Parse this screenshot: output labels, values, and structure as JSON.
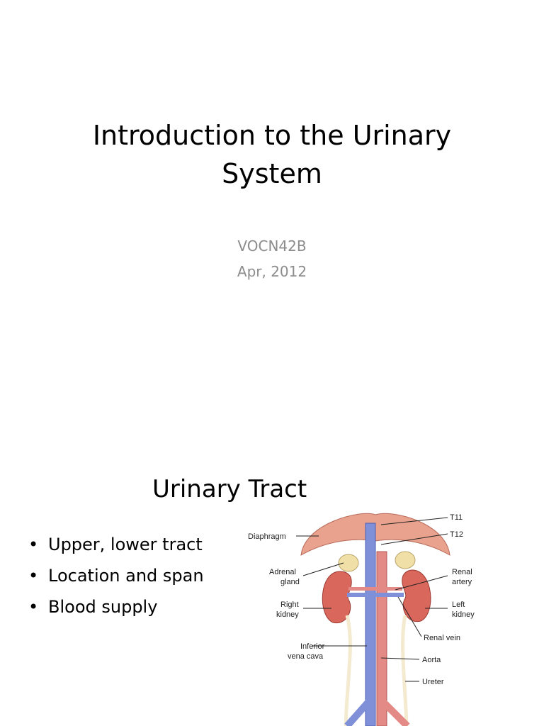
{
  "slide1": {
    "title_line1": "Introduction to the Urinary",
    "title_line2": "System",
    "subtitle_line1": "VOCN42B",
    "subtitle_line2": "Apr, 2012"
  },
  "slide2": {
    "title": "Urinary Tract",
    "bullets": [
      "Upper, lower tract",
      "Location and span",
      "Blood supply"
    ],
    "figure_labels": {
      "t11": "T11",
      "t12": "T12",
      "diaphragm": "Diaphragm",
      "adrenal_1": "Adrenal",
      "adrenal_2": "gland",
      "renal_artery_1": "Renal",
      "renal_artery_2": "artery",
      "right_kidney_1": "Right",
      "right_kidney_2": "kidney",
      "left_kidney_1": "Left",
      "left_kidney_2": "kidney",
      "renal_vein": "Renal vein",
      "ivc_1": "Inferior",
      "ivc_2": "vena cava",
      "aorta": "Aorta",
      "ureter": "Ureter"
    }
  }
}
